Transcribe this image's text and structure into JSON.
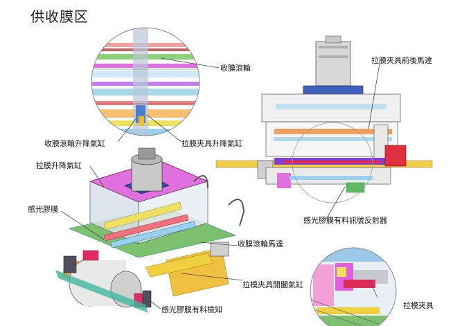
{
  "title": "供收膜区",
  "labels": {
    "take_up_roller": "收膜滾輪",
    "roller_lift_cylinder": "收膜滾輪升降氣缸",
    "clamp_lift_cylinder": "拉膜夾具升降氣缸",
    "clamp_fwd_back_motor": "拉膜夾具前後馬達",
    "lift_cylinder": "拉膜升降氣缸",
    "photo_film": "感光膠膜",
    "film_signal_reflector": "感光膠膜有料訊號反射器",
    "take_up_roller_motor": "收膜滾輪馬達",
    "clamp_open_close_cylinder": "拉模夾具開闔氣缸",
    "film_presence_detect": "感光膠膜有料檢知",
    "mold_clamp": "拉模夾具"
  }
}
